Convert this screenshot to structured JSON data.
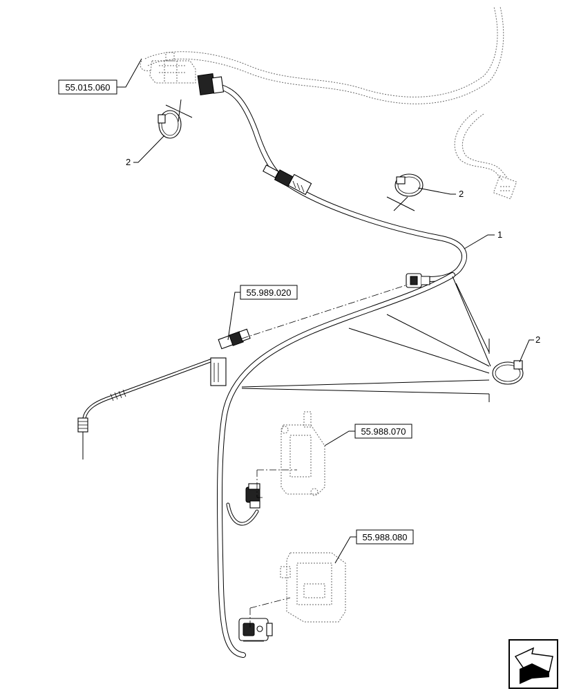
{
  "references": [
    {
      "id": "ref-55-015-060",
      "text": "55.015.060"
    },
    {
      "id": "ref-55-989-020",
      "text": "55.989.020"
    },
    {
      "id": "ref-55-988-070",
      "text": "55.988.070"
    },
    {
      "id": "ref-55-988-080",
      "text": "55.988.080"
    }
  ],
  "callouts": [
    {
      "id": "callout-1",
      "text": "1"
    },
    {
      "id": "callout-2a",
      "text": "2"
    },
    {
      "id": "callout-2b",
      "text": "2"
    },
    {
      "id": "callout-2c",
      "text": "2"
    }
  ],
  "icons": {
    "nav": "previous-page-arrow-icon"
  }
}
